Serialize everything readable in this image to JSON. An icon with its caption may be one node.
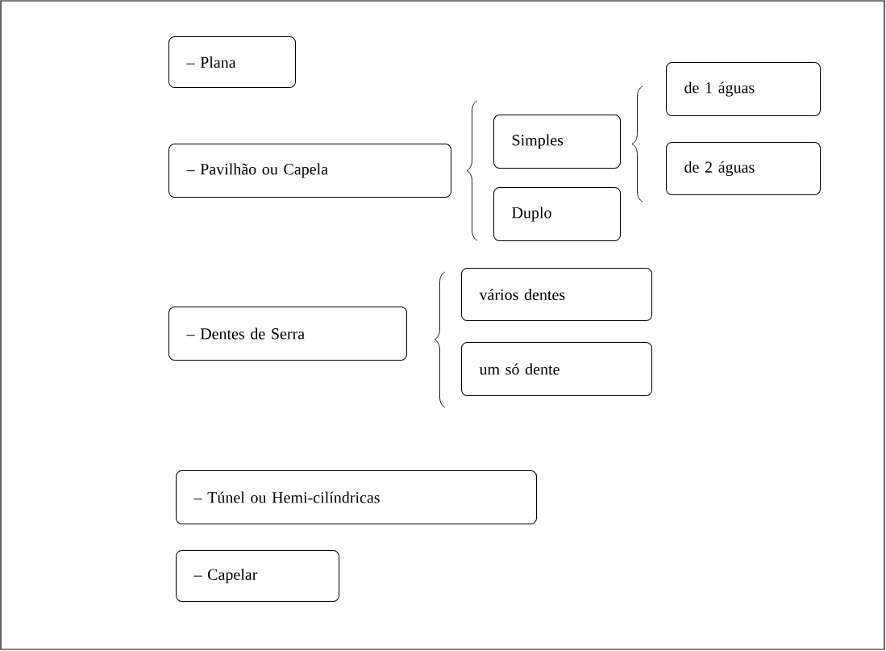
{
  "diagram": {
    "nodes": [
      {
        "text": [
          "– Plana"
        ]
      },
      {
        "text": [
          "– Pavilhão ou Capela"
        ]
      },
      {
        "text": [
          "Simples"
        ]
      },
      {
        "text": [
          "Duplo"
        ]
      },
      {
        "text": [
          "de 1 águas"
        ]
      },
      {
        "text": [
          "de 2 águas"
        ]
      },
      {
        "text": [
          "– Dentes de Serra"
        ]
      },
      {
        "text": [
          "vários dentes"
        ]
      },
      {
        "text": [
          "um só dente"
        ]
      },
      {
        "text": [
          "– Túnel ou Hemi-cilíndricas"
        ]
      },
      {
        "text": [
          "– Capelar"
        ]
      }
    ]
  }
}
